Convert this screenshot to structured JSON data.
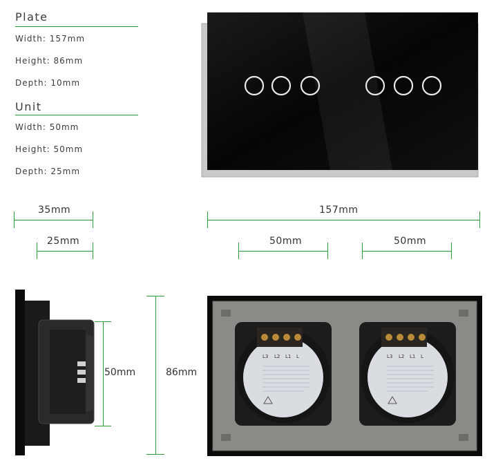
{
  "plate": {
    "heading": "Plate",
    "width": "Width: 157mm",
    "height": "Height: 86mm",
    "depth": "Depth: 10mm"
  },
  "unit": {
    "heading": "Unit",
    "width": "Width: 50mm",
    "height": "Height: 50mm",
    "depth": "Depth: 25mm"
  },
  "dimensions": {
    "side_total": "35mm",
    "side_unit": "25mm",
    "front_total": "157mm",
    "front_unit_left": "50mm",
    "front_unit_right": "50mm",
    "side_height_unit": "50mm",
    "plate_height": "86mm"
  },
  "back_labels": {
    "terminals": [
      "L3",
      "L2",
      "L1",
      "L"
    ]
  },
  "colors": {
    "accent": "#2e9e36",
    "glass": "#0b0b0b",
    "backplate": "#8c8a86"
  }
}
